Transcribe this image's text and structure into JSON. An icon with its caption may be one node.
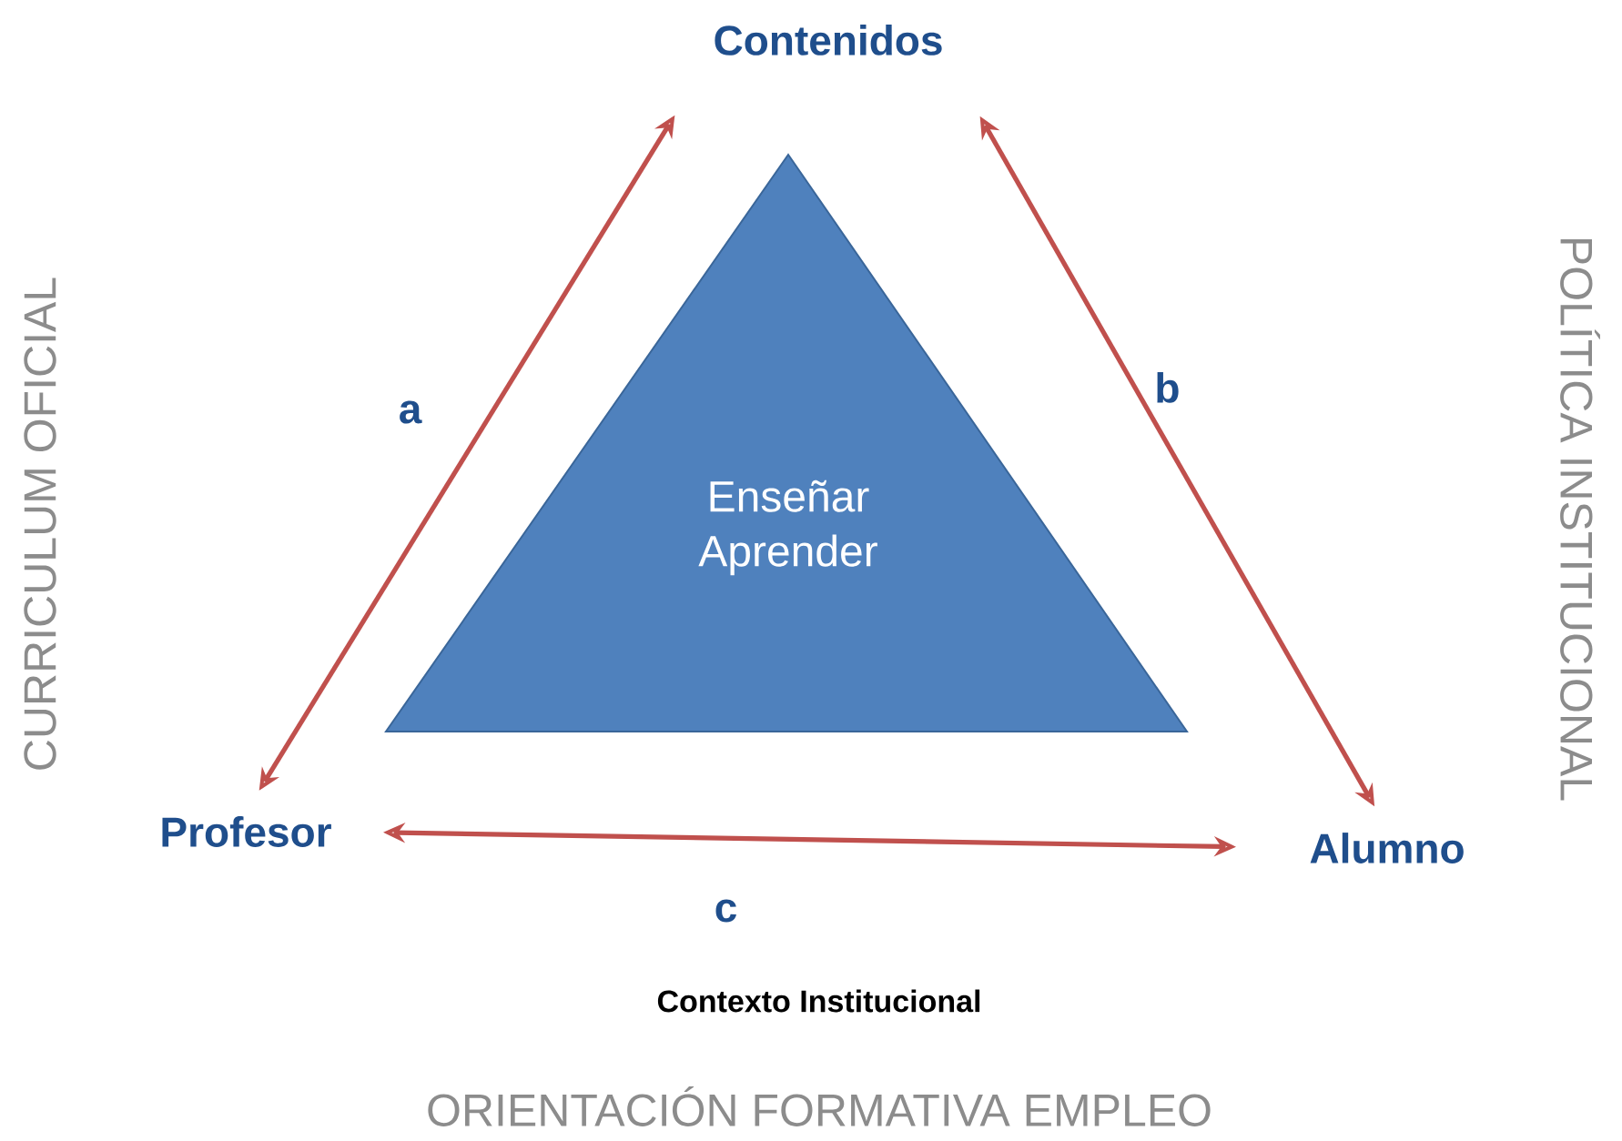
{
  "diagram": {
    "nodes": [
      {
        "text": [
          "Contenidos"
        ]
      },
      {
        "text": [
          "Enseñar Aprender"
        ]
      },
      {
        "text": [
          "Profesor"
        ]
      },
      {
        "text": [
          "Alumno"
        ]
      }
    ],
    "edges": [
      {
        "from": 2,
        "to": 0,
        "arrow": "both",
        "label": "a"
      },
      {
        "from": 0,
        "to": 3,
        "arrow": "both",
        "label": "b"
      },
      {
        "from": 2,
        "to": 3,
        "arrow": "both",
        "label": "c"
      }
    ],
    "labels": [
      "CURRICULUM OFICIAL",
      "POLÍTICA INSTITUCIONAL",
      "Contexto Institucional",
      "ORIENTACIÓN FORMATIVA EMPLEO"
    ]
  }
}
